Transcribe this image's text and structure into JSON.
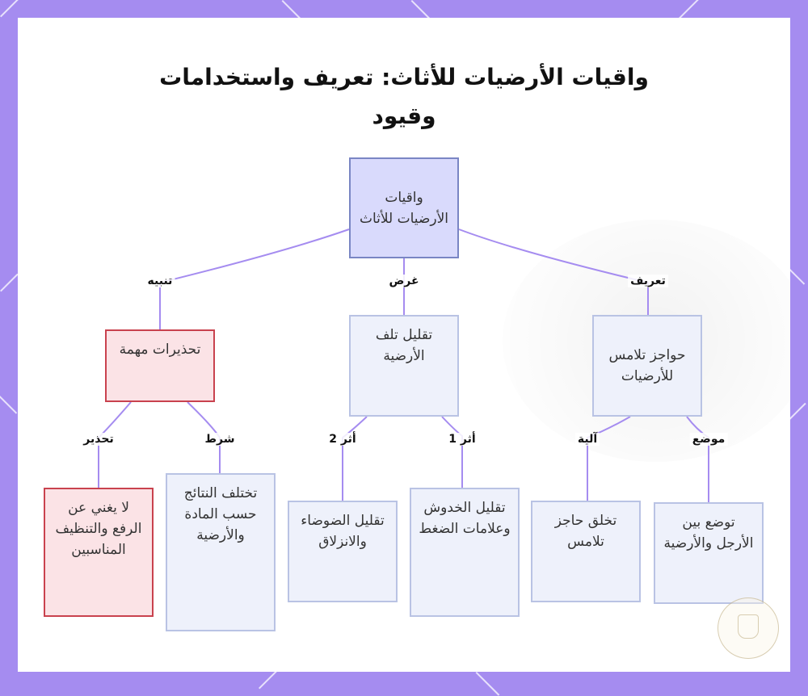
{
  "title": "واقيات الأرضيات للأثاث: تعريف واستخدامات وقيود",
  "nodes": {
    "root": "واقيات الأرضيات للأثاث",
    "definition": "حواجز تلامس للأرضيات",
    "purpose": "تقليل تلف الأرضية",
    "warnings": "تحذيرات مهمة",
    "placement": "توضع بين الأرجل والأرضية",
    "mechanism": "تخلق حاجز تلامس",
    "effect1": "تقليل الخدوش وعلامات الضغط",
    "effect2": "تقليل الضوضاء والانزلاق",
    "condition": "تختلف النتائج حسب المادة والأرضية",
    "caution": "لا يغني عن الرفع والتنظيف المناسبين"
  },
  "edge_labels": {
    "definition": "تعريف",
    "purpose": "غرض",
    "warnings": "تنبيه",
    "placement": "موضع",
    "mechanism": "آلية",
    "effect1": "أثر 1",
    "effect2": "أثر 2",
    "condition": "شرط",
    "caution": "تحذير"
  },
  "colors": {
    "frame": "#a58cf0",
    "root_fill": "#d9dafc",
    "root_border": "#7a86c4",
    "node_fill": "#eef1fb",
    "node_border": "#b9c3e4",
    "warn_fill": "#fbe3e6",
    "warn_border": "#c9424e",
    "edge": "#a58cf0"
  }
}
